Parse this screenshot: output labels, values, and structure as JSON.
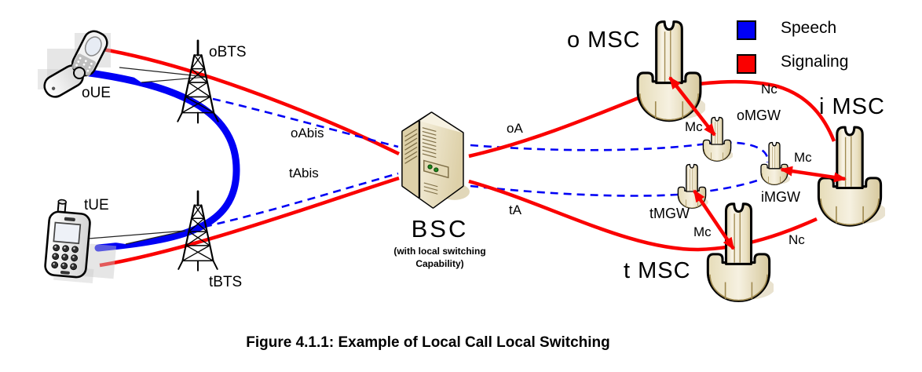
{
  "figure": {
    "caption": "Figure 4.1.1: Example of Local Call Local Switching"
  },
  "legend": {
    "items": [
      {
        "label": "Speech",
        "color": "#0000f5"
      },
      {
        "label": "Signaling",
        "color": "#fa0000"
      }
    ]
  },
  "colors": {
    "speech_line": "#0000f5",
    "signaling_line": "#fa0000",
    "abis_dashed_line": "#0000f5",
    "icon_fill": "#f1ead7",
    "icon_outline": "#000000"
  },
  "nodes": {
    "oUE": {
      "label": "oUE"
    },
    "tUE": {
      "label": "tUE"
    },
    "oBTS": {
      "label": "oBTS"
    },
    "tBTS": {
      "label": "tBTS"
    },
    "BSC": {
      "label": "BSC",
      "note_line1": "(with local switching",
      "note_line2": "Capability)"
    },
    "oMSC": {
      "label": "o MSC"
    },
    "iMSC": {
      "label": "i MSC"
    },
    "tMSC": {
      "label": "t MSC"
    },
    "oMGW": {
      "label": "oMGW"
    },
    "iMGW": {
      "label": "iMGW"
    },
    "tMGW": {
      "label": "tMGW"
    }
  },
  "interfaces": {
    "oAbis": "oAbis",
    "tAbis": "tAbis",
    "oA": "oA",
    "tA": "tA",
    "nc_top": "Nc",
    "nc_bottom": "Nc",
    "mc_omsc": "Mc",
    "mc_imsc": "Mc",
    "mc_tmsc": "Mc"
  }
}
